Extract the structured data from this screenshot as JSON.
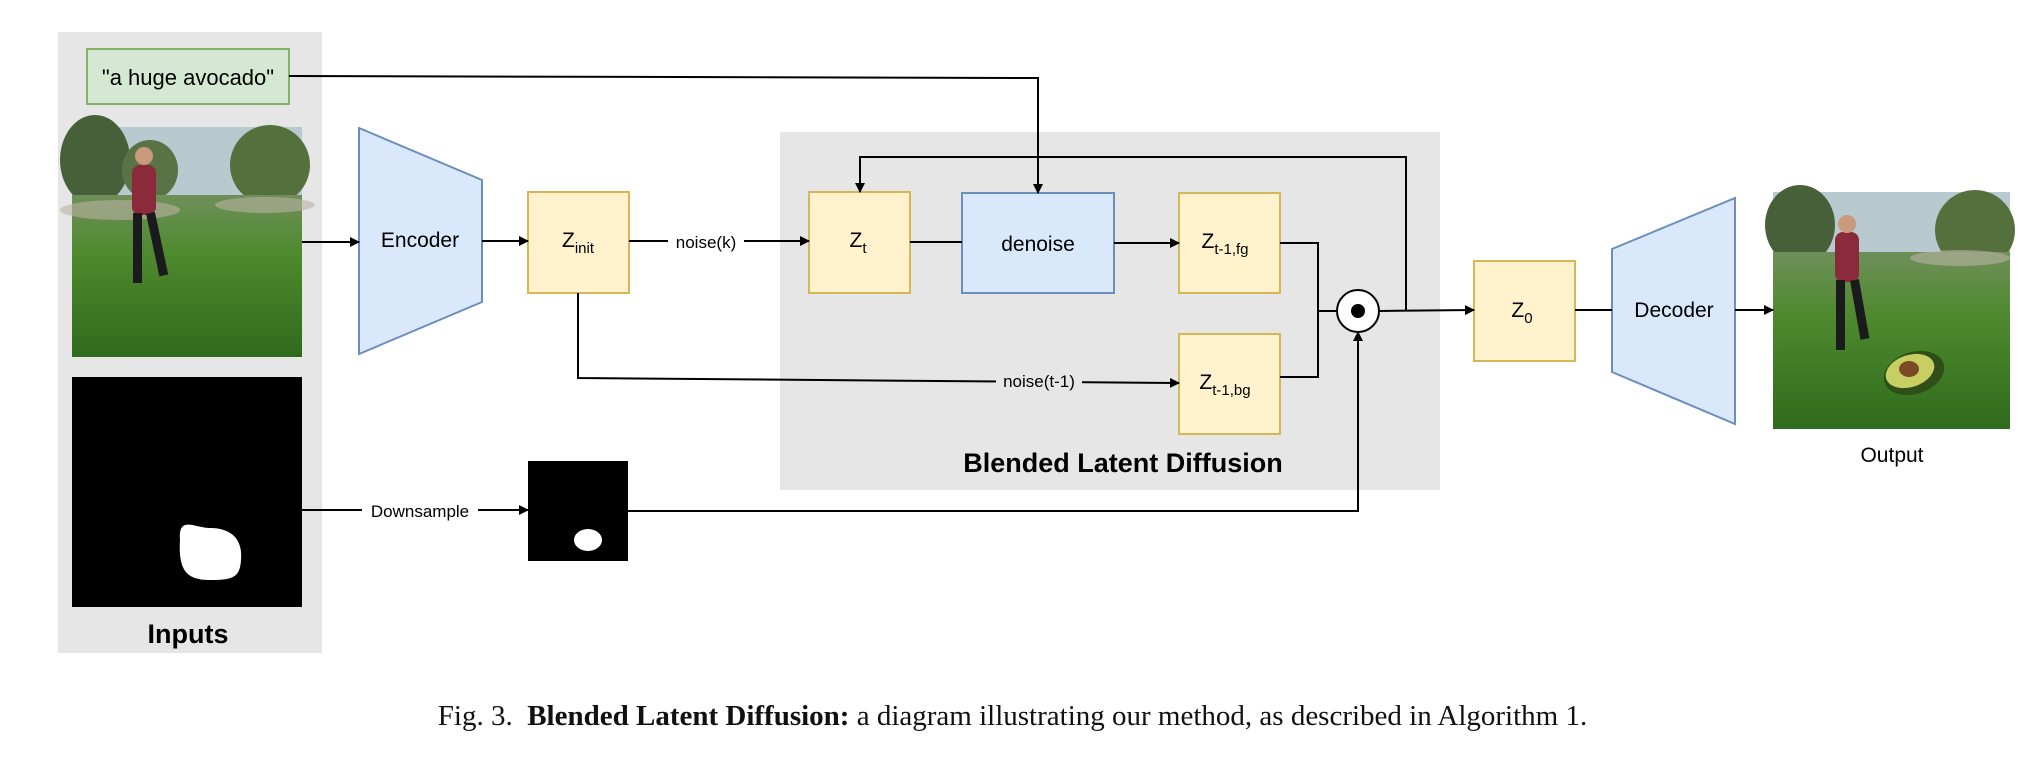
{
  "inputs": {
    "prompt": "\"a huge avocado\"",
    "title": "Inputs"
  },
  "nodes": {
    "encoder": "Encoder",
    "decoder": "Decoder",
    "z_init": {
      "base": "Z",
      "sub": "init"
    },
    "z_t": {
      "base": "Z",
      "sub": "t"
    },
    "denoise": "denoise",
    "z_fg": {
      "base": "Z",
      "sub": "t-1,fg"
    },
    "z_bg": {
      "base": "Z",
      "sub": "t-1,bg"
    },
    "z_0": {
      "base": "Z",
      "sub": "0"
    }
  },
  "edge_labels": {
    "noise_k": "noise(k)",
    "noise_t1": "noise(t-1)",
    "downsample": "Downsample"
  },
  "group_title": "Blended Latent Diffusion",
  "output_label": "Output",
  "caption": {
    "prefix": "Fig. 3.",
    "bold": "Blended Latent Diffusion:",
    "text": "a diagram illustrating our method, as described in Algorithm 1."
  },
  "colors": {
    "yellow_fill": "#fff2cc",
    "yellow_stroke": "#d6b656",
    "blue_fill": "#dae8fc",
    "blue_stroke": "#6c8ebf",
    "green_fill": "#d5e8d4",
    "green_stroke": "#82b366",
    "group_bg": "#e6e6e6"
  }
}
